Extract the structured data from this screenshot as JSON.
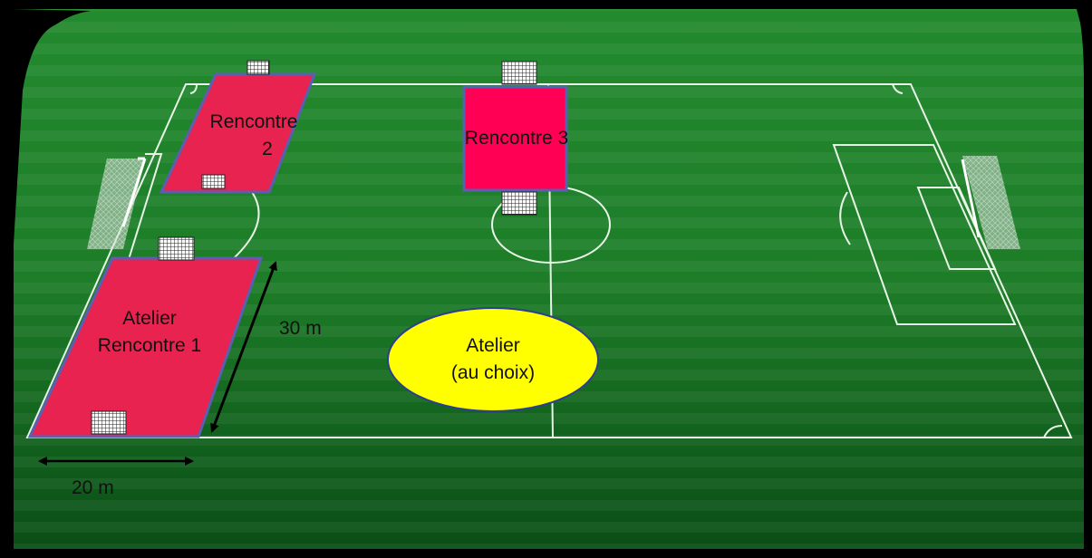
{
  "zones": {
    "rencontre_2": {
      "line1": "Rencontre",
      "line2": "2"
    },
    "rencontre_3": {
      "line1": "Rencontre 3"
    },
    "rencontre_1": {
      "line1": "Atelier",
      "line2": "Rencontre 1"
    },
    "atelier_choix": {
      "line1": "Atelier",
      "line2": "(au choix)"
    }
  },
  "dimensions": {
    "length": "30 m",
    "width": "20 m"
  },
  "colors": {
    "field_dark": "#0d5a1a",
    "field_light": "#2f9a35",
    "zone_red": "#e8234f",
    "zone_pink": "#ff0055",
    "zone_border": "#5a5fb0",
    "ellipse_fill": "#ffff00",
    "line_white": "#e8f5e8"
  }
}
